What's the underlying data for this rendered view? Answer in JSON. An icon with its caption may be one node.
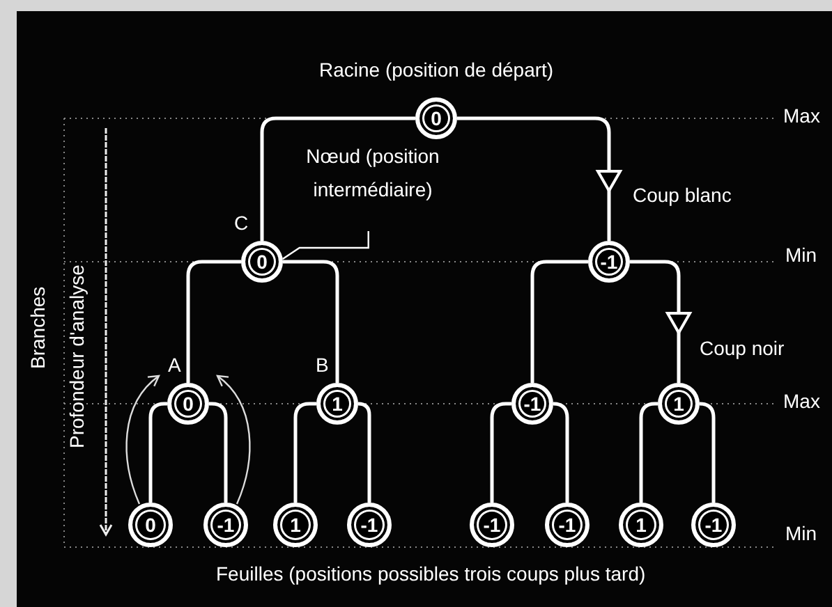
{
  "diagram": {
    "nodes": [
      {
        "text": [
          "0"
        ],
        "beside": [
          "Racine (position de départ)"
        ]
      },
      {
        "text": [
          "0"
        ],
        "beside": [
          "C"
        ]
      },
      {
        "text": [
          "-1"
        ]
      },
      {
        "text": [
          "Nœud (position intermédiaire)"
        ]
      },
      {
        "text": [
          "0"
        ],
        "beside": [
          "A"
        ]
      },
      {
        "text": [
          "1"
        ],
        "beside": [
          "B"
        ]
      },
      {
        "text": [
          "-1"
        ]
      },
      {
        "text": [
          "1"
        ]
      },
      {
        "text": [
          "0"
        ]
      },
      {
        "text": [
          "-1"
        ]
      },
      {
        "text": [
          "1"
        ]
      },
      {
        "text": [
          "-1"
        ]
      },
      {
        "text": [
          "-1"
        ]
      },
      {
        "text": [
          "-1"
        ]
      },
      {
        "text": [
          "1"
        ]
      },
      {
        "text": [
          "-1"
        ]
      }
    ],
    "edges": [
      {
        "from": 0,
        "to": 1,
        "arrow": "none"
      },
      {
        "from": 0,
        "to": 2,
        "arrow": "to",
        "label": "Coup blanc"
      },
      {
        "from": 3,
        "to": 1,
        "arrow": "none"
      },
      {
        "from": 1,
        "to": 4,
        "arrow": "none"
      },
      {
        "from": 1,
        "to": 5,
        "arrow": "none"
      },
      {
        "from": 2,
        "to": 6,
        "arrow": "none"
      },
      {
        "from": 2,
        "to": 7,
        "arrow": "to",
        "label": "Coup noir"
      },
      {
        "from": 4,
        "to": 8,
        "arrow": "none"
      },
      {
        "from": 4,
        "to": 9,
        "arrow": "none"
      },
      {
        "from": 5,
        "to": 10,
        "arrow": "none"
      },
      {
        "from": 5,
        "to": 11,
        "arrow": "none"
      },
      {
        "from": 6,
        "to": 12,
        "arrow": "none"
      },
      {
        "from": 6,
        "to": 13,
        "arrow": "none"
      },
      {
        "from": 7,
        "to": 14,
        "arrow": "none"
      },
      {
        "from": 7,
        "to": 15,
        "arrow": "none"
      },
      {
        "from": 8,
        "to": 4,
        "arrow": "to"
      },
      {
        "from": 9,
        "to": 4,
        "arrow": "to"
      }
    ],
    "labels": [
      "Max",
      "Min",
      "Max",
      "Min",
      "Branches",
      "Profondeur d'analyse",
      "Feuilles (positions possibles trois coups plus tard)"
    ]
  }
}
